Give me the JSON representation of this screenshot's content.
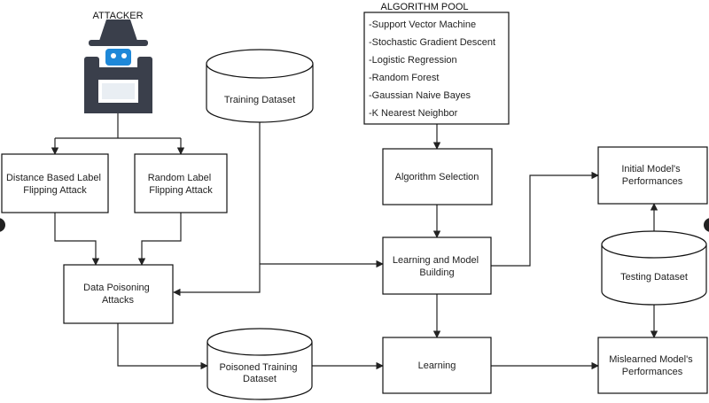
{
  "attacker": {
    "label": "ATTACKER",
    "icon": "spy-hacker-icon",
    "colors": {
      "hat": "#3a3f4b",
      "face": "#1e88d8",
      "body": "#3a3f4b"
    }
  },
  "algorithm_pool": {
    "title": "ALGORITHM POOL",
    "items": [
      "-Support Vector Machine",
      "-Stochastic Gradient Descent",
      "-Logistic Regression",
      "-Random Forest",
      "-Gaussian Naive Bayes",
      "-K Nearest Neighbor"
    ]
  },
  "nodes": {
    "training_dataset": [
      "Training Dataset"
    ],
    "distance_attack": [
      "Distance Based Label",
      "Flipping Attack"
    ],
    "random_attack": [
      "Random Label",
      "Flipping Attack"
    ],
    "data_poisoning": [
      "Data Poisoning",
      "Attacks"
    ],
    "poisoned_dataset": [
      "Poisoned Training",
      "Dataset"
    ],
    "algorithm_selection": [
      "Algorithm Selection"
    ],
    "learning_model_building": [
      "Learning and Model",
      "Building"
    ],
    "learning": [
      "Learning"
    ],
    "initial_perf": [
      "Initial Model's",
      "Performances"
    ],
    "testing_dataset": [
      "Testing Dataset"
    ],
    "mislearned_perf": [
      "Mislearned Model's",
      "Performances"
    ]
  }
}
